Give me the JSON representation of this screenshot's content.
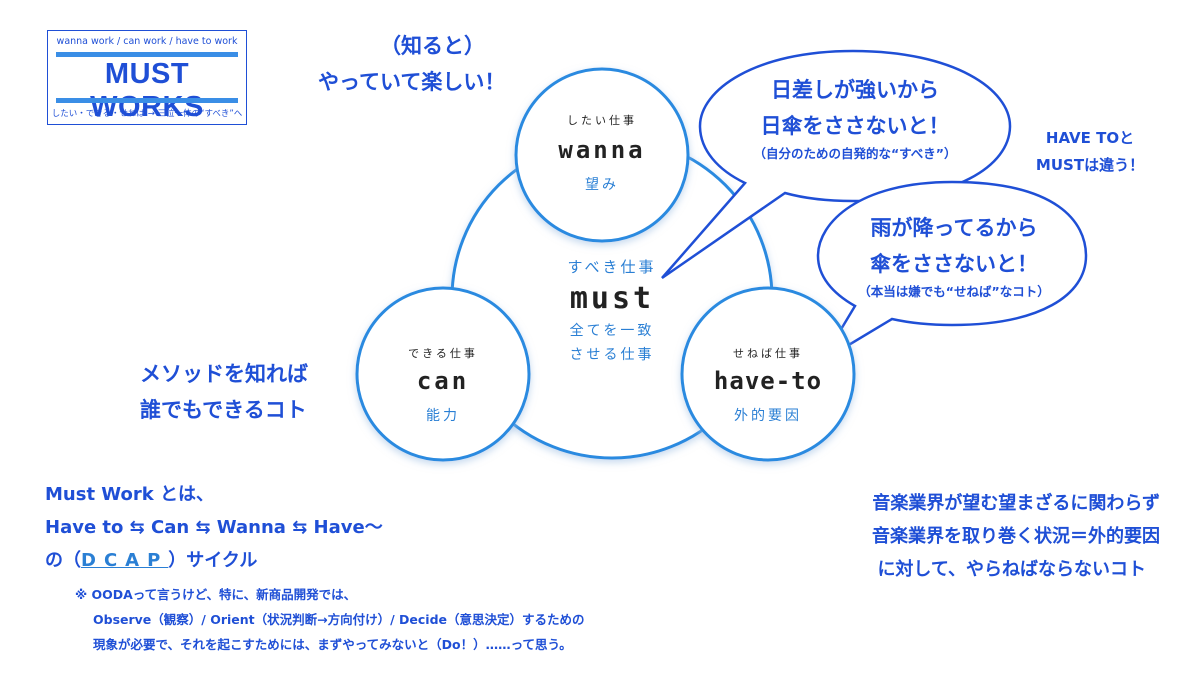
{
  "logo": {
    "tagline": "wanna work / can work / have to work",
    "title": "MUST WORKS",
    "subtitle": "したい・できる・せねば → 三位一体の“すべき”へ"
  },
  "circles": {
    "wanna": {
      "label": "したい仕事",
      "word": "wanna",
      "meaning": "望み"
    },
    "must": {
      "label": "すべき仕事",
      "word": "must",
      "meaning1": "全てを一致",
      "meaning2": "させる仕事"
    },
    "can": {
      "label": "できる仕事",
      "word": "can",
      "meaning": "能力"
    },
    "haveto": {
      "label": "せねば仕事",
      "word": "have-to",
      "meaning": "外的要因"
    }
  },
  "annotations": {
    "wanna_line1": "（知ると）",
    "wanna_line2": "やっていて楽しい！",
    "can_line1": "メソッドを知れば",
    "can_line2": "誰でもできるコト",
    "haveto_line1": "音楽業界が望む望まざるに関わらず",
    "haveto_line2": "音楽業界を取り巻く状況＝外的要因",
    "haveto_line3": "に対して、やらねばならないコト",
    "diff_line1": "HAVE TOと",
    "diff_line2": "MUSTは違う！"
  },
  "bubbles": {
    "sun": {
      "line1": "日差しが強いから",
      "line2": "日傘をささないと！",
      "note": "（自分のための自発的な“すべき”）"
    },
    "rain": {
      "line1": "雨が降ってるから",
      "line2": "傘をささないと！",
      "note": "（本当は嫌でも“せねば”なコト）"
    }
  },
  "footer": {
    "line1": "Must Work とは、",
    "line2": "Have to ⇆ Can ⇆ Wanna ⇆ Have〜",
    "line3_pre": "の（",
    "line3_dcap": "DCAP",
    "line3_post": "）サイクル",
    "note1": "※ OODAって言うけど、特に、新商品開発では、",
    "note2": "Observe（観察）/ Orient（状況判断→方向付け）/ Decide（意思決定）するための",
    "note3": "現象が必要で、それを起こすためには、まずやってみないと（Do！）……って思う。"
  },
  "colors": {
    "accent": "#1f4fd6",
    "circle_stroke": "#2a8ae0",
    "circle_shadow": "#c9ddf2"
  }
}
